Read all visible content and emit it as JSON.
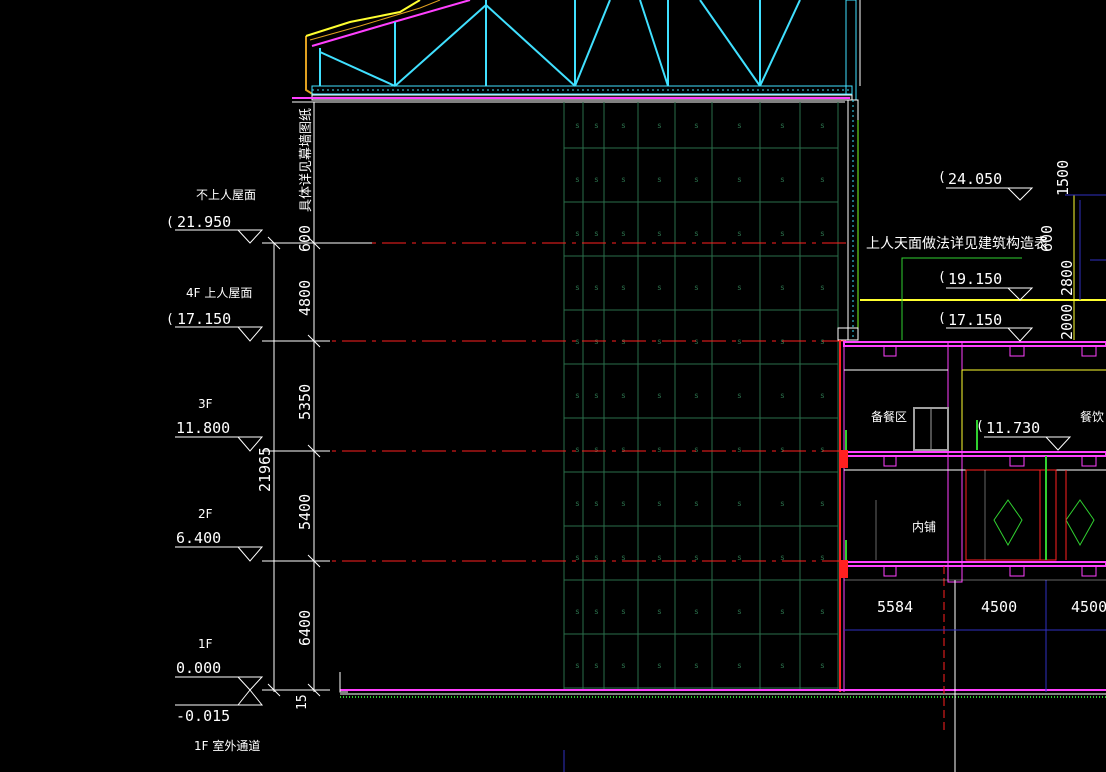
{
  "canvas": {
    "background": "#000000"
  },
  "colors": {
    "white": "#ffffff",
    "red_dash": "#ff2020",
    "magenta": "#ff40ff",
    "cyan": "#40e0ff",
    "green": "#30d030",
    "grid_green": "#2a6e4a",
    "yellow": "#ffff30",
    "purple": "#a050ff",
    "blue": "#3030c0",
    "lime": "#80ff20"
  },
  "level_marks_left": [
    {
      "id": "roof-no-access",
      "name": "不上人屋面",
      "value": "21.950"
    },
    {
      "id": "roof-4f",
      "name": "4F 上人屋面",
      "value": "17.150"
    },
    {
      "id": "floor-3f",
      "name": "3F",
      "value": "11.800"
    },
    {
      "id": "floor-2f",
      "name": "2F",
      "value": "6.400"
    },
    {
      "id": "floor-1f",
      "name": "1F",
      "value": "0.000"
    }
  ],
  "level_below_1f": "-0.015",
  "outdoor_passage_label": "1F 室外通道",
  "vertical_note": "具体详见幕墙图纸",
  "dimensions_vertical": [
    "600",
    "4800",
    "5350",
    "5400",
    "6400",
    "15"
  ],
  "total_dimension": "21965",
  "level_marks_right": [
    {
      "id": "r-24050",
      "value": "24.050"
    },
    {
      "id": "r-19150",
      "value": "19.150"
    },
    {
      "id": "r-17150",
      "value": "17.150"
    },
    {
      "id": "r-11730",
      "value": "11.730"
    }
  ],
  "right_dimensions_vertical": [
    "1500",
    "600",
    "2800",
    "2000"
  ],
  "roof_note": "上人天面做法详见建筑构造表",
  "room_labels": {
    "prep_area": "备餐区",
    "dining": "餐饮",
    "shops": "内铺"
  },
  "bottom_dimensions": [
    "5584",
    "4500",
    "4500"
  ]
}
